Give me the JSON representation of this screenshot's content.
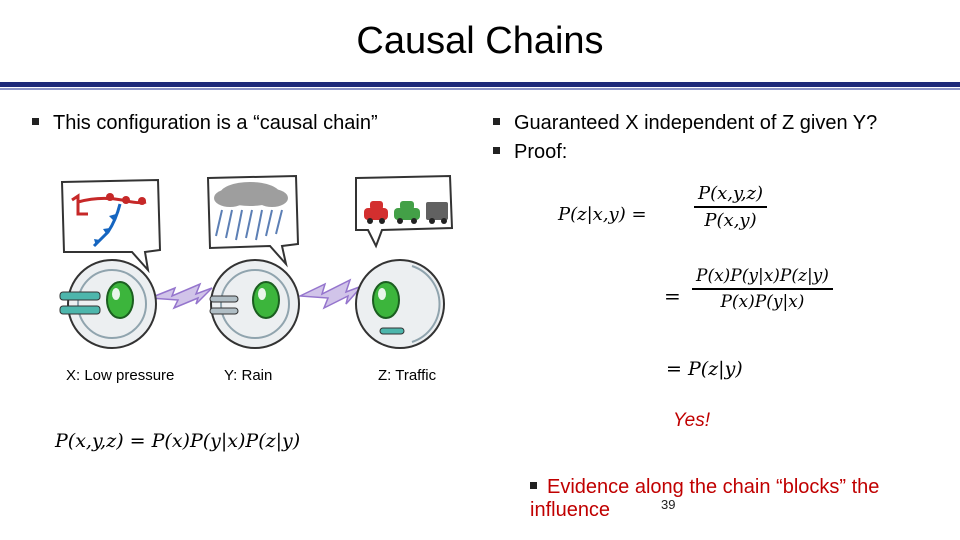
{
  "slide": {
    "title": "Causal Chains",
    "page_number": "39"
  },
  "left": {
    "bullet": "This configuration is a “causal chain”",
    "labels": {
      "x": "X: Low pressure",
      "y": "Y: Rain",
      "z": "Z: Traffic"
    },
    "joint_formula": "P(x,y,z) = P(x)P(y|x)P(z|y)"
  },
  "right": {
    "bullets": [
      "Guaranteed X independent of Z given Y?",
      "Proof:"
    ],
    "proof": {
      "lhs": "P(z|x,y) =",
      "frac1_num": "P(x,y,z)",
      "frac1_den": "P(x,y)",
      "eq2": "=",
      "frac2_num": "P(x)P(y|x)P(z|y)",
      "frac2_den": "P(x)P(y|x)",
      "result": "= P(z|y)"
    },
    "answer": "Yes!",
    "evidence_bullet": "Evidence along the chain “blocks” the influence"
  },
  "colors": {
    "rule": "#1e2a7a",
    "accent_red": "#c00000",
    "eye_green": "#3cb53c",
    "lightning": "#b39ddb"
  },
  "icons": [
    "weather-map-icon",
    "rain-cloud-icon",
    "traffic-cars-icon",
    "robot-eye-icon"
  ]
}
